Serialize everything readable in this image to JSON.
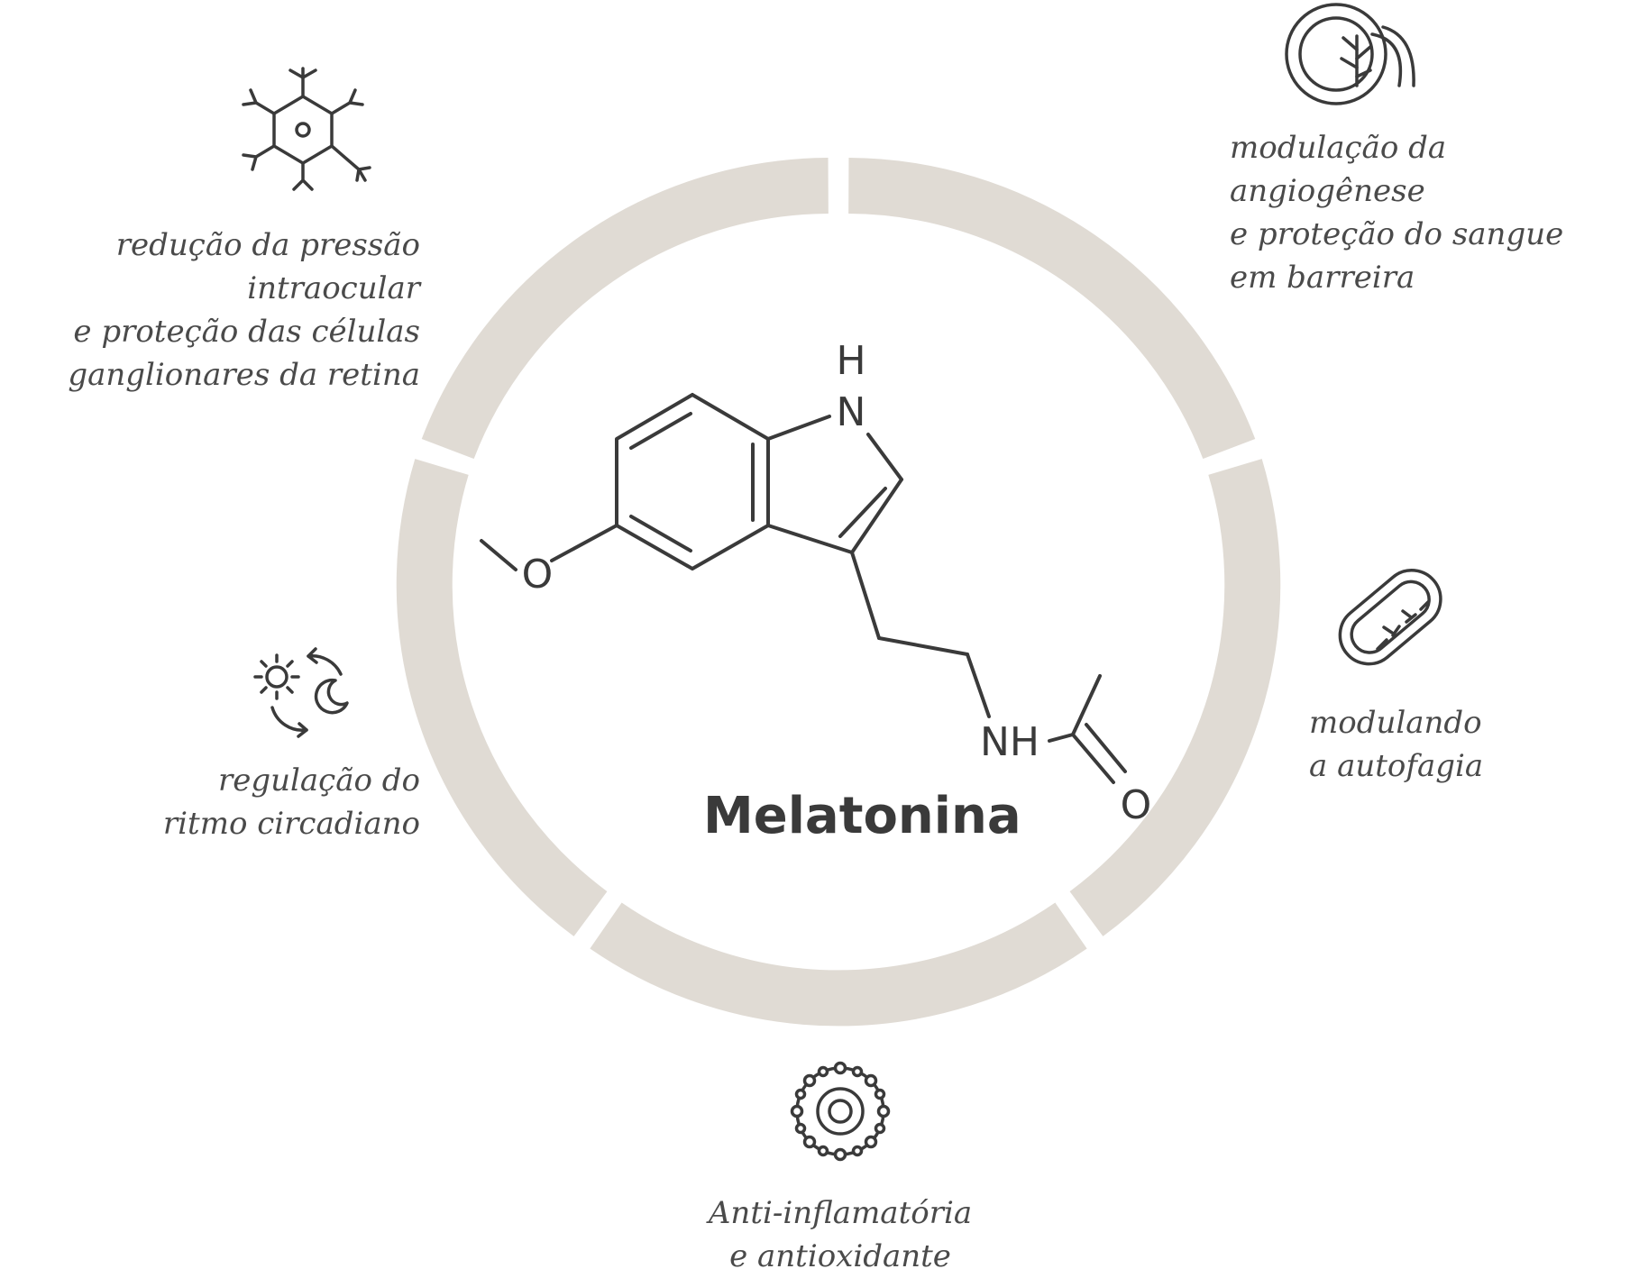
{
  "title": "Melatonina",
  "atoms": {
    "h": "H",
    "n": "N",
    "o_methoxy": "O",
    "nh": "NH",
    "o_carbonyl": "O"
  },
  "benefits": [
    {
      "id": "pressure",
      "icon": "neuron-icon",
      "lines": [
        "redução da pressão",
        "intraocular",
        "e proteção das células",
        "ganglionares da retina"
      ]
    },
    {
      "id": "angiogenesis",
      "icon": "eye-icon",
      "lines": [
        "modulação da",
        "angiogênese",
        "e proteção do sangue",
        "em barreira"
      ]
    },
    {
      "id": "autophagy",
      "icon": "mitochondria-icon",
      "lines": [
        "modulando",
        "a autofagia"
      ]
    },
    {
      "id": "inflammation",
      "icon": "antioxidant-icon",
      "lines": [
        "Anti-inflamatória",
        "e antioxidante"
      ]
    },
    {
      "id": "circadian",
      "icon": "day-night-cycle-icon",
      "lines": [
        "regulação do",
        "ritmo circadiano"
      ]
    }
  ],
  "colors": {
    "ring": "#e0dbd4",
    "text": "#4a4a4a",
    "icon": "#3a3a3a"
  }
}
